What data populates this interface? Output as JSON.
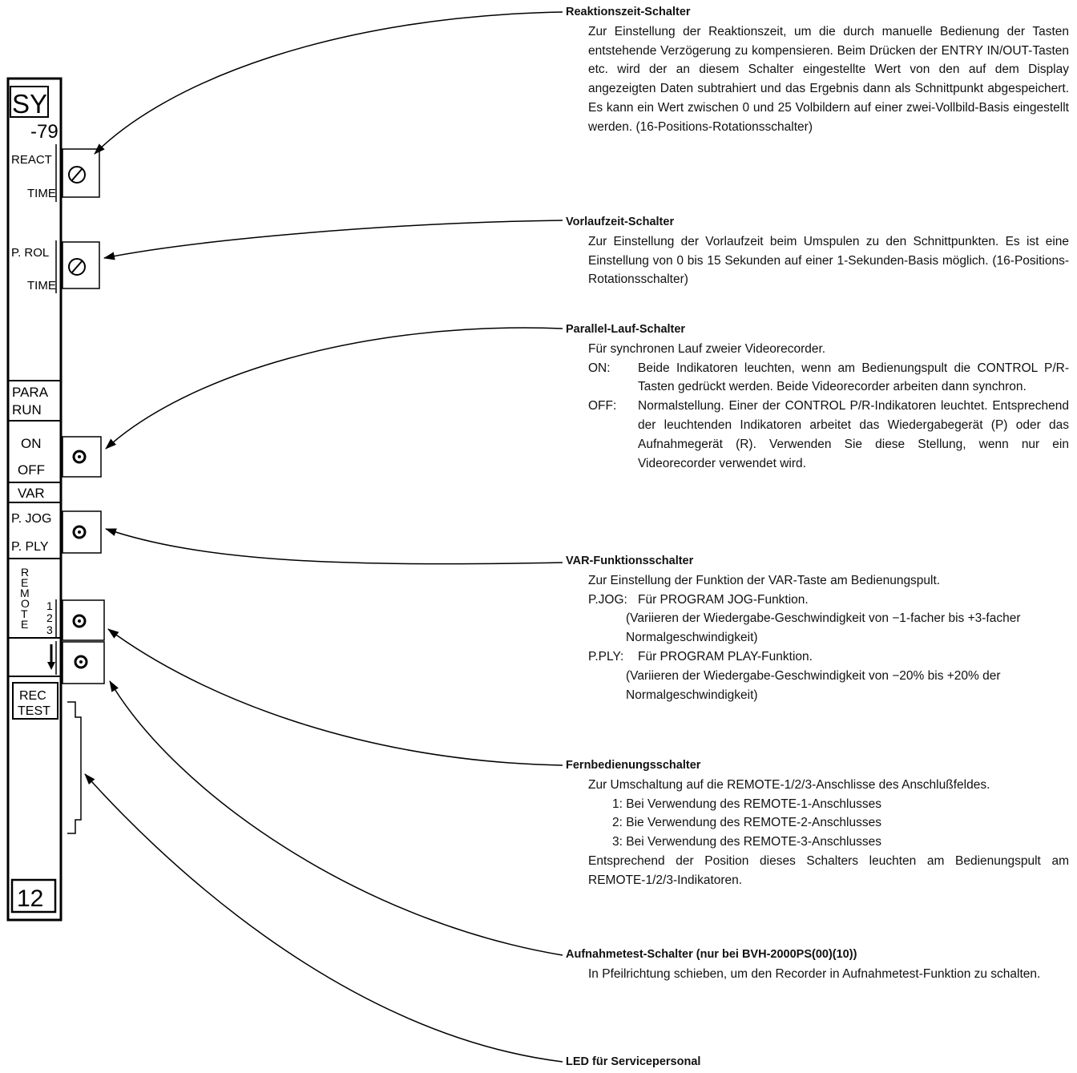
{
  "panel": {
    "model": "SY",
    "model_suffix": "-79",
    "react": "REACT",
    "react_time": "TIME",
    "prol": "P. ROL",
    "prol_time": "TIME",
    "para": "PARA",
    "run": "RUN",
    "on": "ON",
    "off": "OFF",
    "var": "VAR",
    "pjog": "P. JOG",
    "pply": "P. PLY",
    "remote_letters": [
      "R",
      "E",
      "M",
      "O",
      "T",
      "E"
    ],
    "remote_numbers": [
      "1",
      "2",
      "3"
    ],
    "rec": "REC",
    "test": "TEST",
    "board_number": "12"
  },
  "annotations": {
    "reaction": {
      "title": "Reaktionszeit-Schalter",
      "body": "Zur Einstellung der Reaktionszeit, um die durch manuelle Bedienung der Tasten entstehende Verzögerung zu kompensieren. Beim Drücken der ENTRY IN/OUT-Tasten etc. wird der an diesem Schalter eingestellte Wert von den auf dem Display angezeigten Daten subtrahiert und das Ergebnis dann als Schnittpunkt abgespeichert. Es kann ein Wert zwischen 0 und 25 Volbildern auf einer zwei-Vollbild-Basis eingestellt werden. (16-Positions-Rotationsschalter)"
    },
    "preroll": {
      "title": "Vorlaufzeit-Schalter",
      "body": "Zur Einstellung der Vorlaufzeit beim Umspulen zu den Schnittpunkten. Es ist eine Einstellung von 0 bis 15 Sekunden auf einer 1-Sekunden-Basis möglich. (16-Positions-Rotationsschalter)"
    },
    "parallel": {
      "title": "Parallel-Lauf-Schalter",
      "body": "Für synchronen Lauf zweier Videorecorder.",
      "on_key": "ON:",
      "on_text": "Beide Indikatoren leuchten, wenn am Bedienungspult die CONTROL P/R-Tasten gedrückt werden. Beide Videorecorder arbeiten dann synchron.",
      "off_key": "OFF:",
      "off_text": "Normalstellung. Einer der CONTROL P/R-Indikatoren leuchtet. Entsprechend der leuchtenden Indikatoren arbeitet das Wiedergabegerät (P) oder das Aufnahmegerät (R). Verwenden Sie diese Stellung, wenn nur ein Videorecorder verwendet wird."
    },
    "var": {
      "title": "VAR-Funktionsschalter",
      "body": "Zur Einstellung der Funktion der VAR-Taste am Bedienungspult.",
      "pjog_key": "P.JOG:",
      "pjog_text": "Für PROGRAM JOG-Funktion.",
      "pjog_note": "(Variieren der Wiedergabe-Geschwindigkeit von −1-facher bis +3-facher Normalgeschwindigkeit)",
      "pply_key": "P.PLY:",
      "pply_text": "Für PROGRAM PLAY-Funktion.",
      "pply_note": "(Variieren der Wiedergabe-Geschwindigkeit von −20% bis +20% der Normalgeschwindigkeit)"
    },
    "remote": {
      "title": "Fernbedienungsschalter",
      "body": "Zur Umschaltung auf die REMOTE-1/2/3-Anschlisse des Anschlußfeldes.",
      "items": [
        "1:  Bei Verwendung des REMOTE-1-Anschlusses",
        "2:  Bie Verwendung des REMOTE-2-Anschlusses",
        "3:  Bei Verwendung des REMOTE-3-Anschlusses"
      ],
      "footer": "Entsprechend der Position dieses Schalters leuchten am Bedienungspult am REMOTE-1/2/3-Indikatoren."
    },
    "rectest": {
      "title": "Aufnahmetest-Schalter (nur bei BVH-2000PS(00)(10))",
      "body": "In Pfeilrichtung schieben, um den Recorder in Aufnahmetest-Funktion zu schalten."
    },
    "led": {
      "title": "LED für Servicepersonal"
    }
  }
}
